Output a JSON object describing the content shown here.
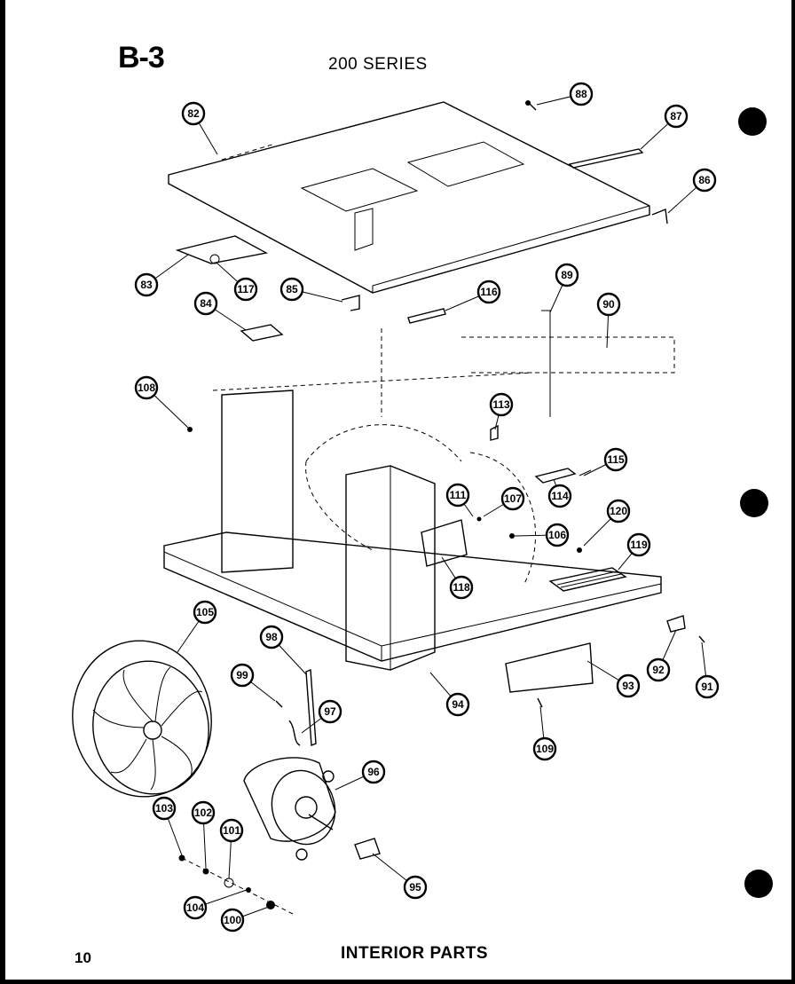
{
  "header": {
    "page_id": "B-3",
    "series": "200 SERIES"
  },
  "footer": {
    "page_number": "10",
    "section_title": "INTERIOR PARTS"
  },
  "callouts": [
    {
      "label": "82"
    },
    {
      "label": "88"
    },
    {
      "label": "87"
    },
    {
      "label": "86"
    },
    {
      "label": "83"
    },
    {
      "label": "117"
    },
    {
      "label": "85"
    },
    {
      "label": "116"
    },
    {
      "label": "89"
    },
    {
      "label": "90"
    },
    {
      "label": "84"
    },
    {
      "label": "108"
    },
    {
      "label": "113"
    },
    {
      "label": "115"
    },
    {
      "label": "111"
    },
    {
      "label": "107"
    },
    {
      "label": "114"
    },
    {
      "label": "106"
    },
    {
      "label": "120"
    },
    {
      "label": "119"
    },
    {
      "label": "118"
    },
    {
      "label": "105"
    },
    {
      "label": "98"
    },
    {
      "label": "99"
    },
    {
      "label": "97"
    },
    {
      "label": "94"
    },
    {
      "label": "93"
    },
    {
      "label": "92"
    },
    {
      "label": "91"
    },
    {
      "label": "109"
    },
    {
      "label": "96"
    },
    {
      "label": "103"
    },
    {
      "label": "102"
    },
    {
      "label": "101"
    },
    {
      "label": "104"
    },
    {
      "label": "100"
    },
    {
      "label": "95"
    }
  ]
}
